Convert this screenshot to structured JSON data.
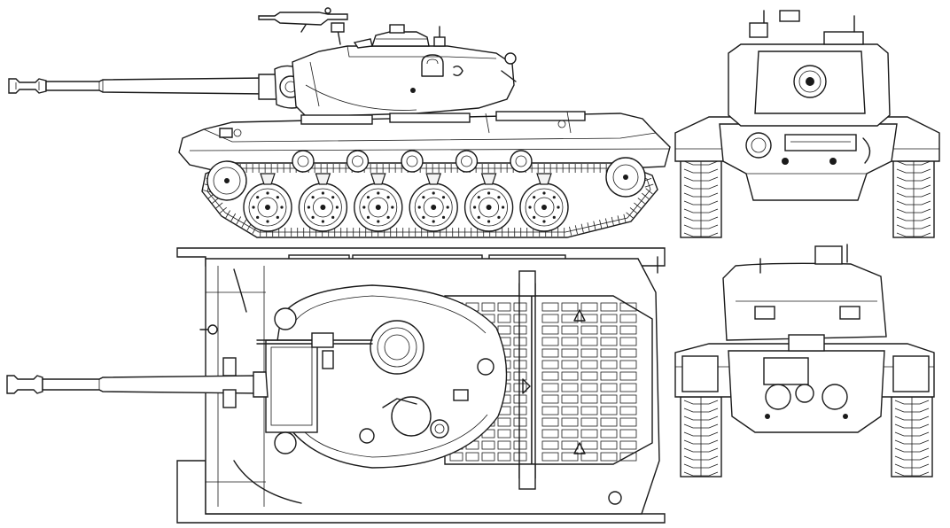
{
  "drawing": {
    "line_color": "#1a1a1a",
    "paper_color": "#ffffff",
    "views": [
      "side-view",
      "top-view",
      "front-view",
      "rear-view"
    ],
    "side_view": {
      "road_wheel_count": 6,
      "return_roller_count": 5
    }
  }
}
